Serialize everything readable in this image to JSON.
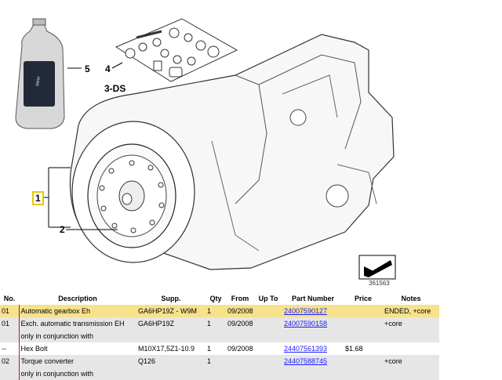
{
  "diagram": {
    "callouts": [
      "5",
      "4",
      "3-DS",
      "1",
      "2"
    ],
    "reference_number": "361563"
  },
  "table": {
    "headers": [
      "No.",
      "Description",
      "Supp.",
      "Qty",
      "From",
      "Up To",
      "Part Number",
      "Price",
      "Notes"
    ],
    "rows": [
      {
        "no": "01",
        "desc": "Automatic gearbox Eh",
        "supp": "GA6HP19Z - W9M",
        "qty": "1",
        "from": "09/2008",
        "upto": "",
        "part": "24007590127",
        "price": "",
        "notes": "ENDED, +core"
      },
      {
        "no": "01",
        "desc": "Exch. automatic transmission EH",
        "supp": "GA6HP19Z",
        "qty": "1",
        "from": "09/2008",
        "upto": "",
        "part": "24007590158",
        "price": "",
        "notes": "+core"
      },
      {
        "no": "",
        "desc": "only in conjunction with",
        "supp": "",
        "qty": "",
        "from": "",
        "upto": "",
        "part": "",
        "price": "",
        "notes": ""
      },
      {
        "no": "--",
        "desc": "Hex Bolt",
        "supp": "M10X17,5Z1-10.9",
        "qty": "1",
        "from": "09/2008",
        "upto": "",
        "part": "24407561393",
        "price": "$1.68",
        "notes": ""
      },
      {
        "no": "02",
        "desc": "Torque converter",
        "supp": "Q126",
        "qty": "1",
        "from": "",
        "upto": "",
        "part": "24407588745",
        "price": "",
        "notes": "+core"
      },
      {
        "no": "",
        "desc": "only in conjunction with",
        "supp": "",
        "qty": "",
        "from": "",
        "upto": "",
        "part": "",
        "price": "",
        "notes": ""
      }
    ]
  },
  "colors": {
    "highlight": "#f7e28c",
    "alt_row": "#e6e6e6",
    "link": "#1a1aff",
    "callout_border": "#e8c800"
  }
}
